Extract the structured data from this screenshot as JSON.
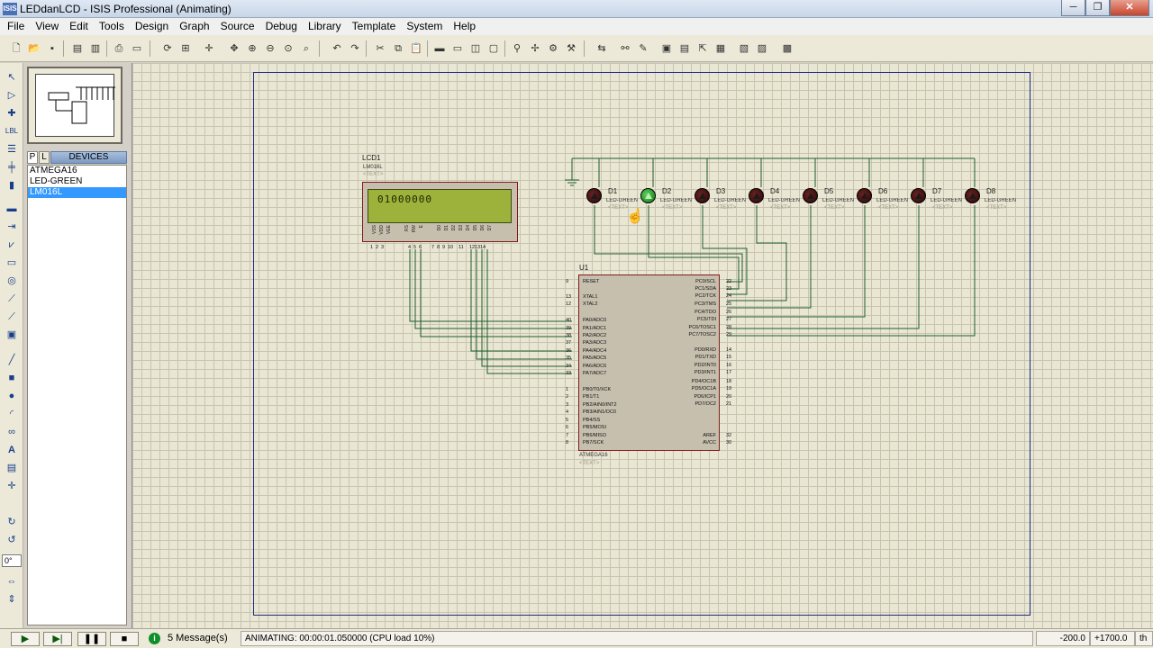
{
  "window": {
    "title": "LEDdanLCD - ISIS Professional (Animating)",
    "app_icon": "ISIS",
    "minimize": "─",
    "restore": "❐",
    "close": "✕"
  },
  "menu": [
    "File",
    "View",
    "Edit",
    "Tools",
    "Design",
    "Graph",
    "Source",
    "Debug",
    "Library",
    "Template",
    "System",
    "Help"
  ],
  "device_panel": {
    "tab_p": "P",
    "tab_l": "L",
    "header": "DEVICES",
    "items": [
      {
        "label": "ATMEGA16"
      },
      {
        "label": "LED-GREEN"
      },
      {
        "label": "LM016L"
      }
    ]
  },
  "rotation_value": "0°",
  "lcd": {
    "ref": "LCD1",
    "part": "LM016L",
    "text_placeholder": "<TEXT>",
    "display": "01000000",
    "pins": [
      "VSS",
      "VDD",
      "VEE",
      "RS",
      "RW",
      "E",
      "D0",
      "D1",
      "D2",
      "D3",
      "D4",
      "D5",
      "D6",
      "D7"
    ],
    "pin_numbers": [
      "1",
      "2",
      "3",
      "4",
      "5",
      "6",
      "7",
      "8",
      "9",
      "10",
      "11",
      "12",
      "13",
      "14"
    ]
  },
  "mcu": {
    "ref": "U1",
    "part": "ATMEGA16",
    "text_placeholder": "<TEXT>",
    "left_pins": [
      {
        "num": "9",
        "name": "RESET"
      },
      {
        "num": "13",
        "name": "XTAL1"
      },
      {
        "num": "12",
        "name": "XTAL2"
      },
      {
        "num": "40",
        "name": "PA0/ADC0"
      },
      {
        "num": "39",
        "name": "PA1/ADC1"
      },
      {
        "num": "38",
        "name": "PA2/ADC2"
      },
      {
        "num": "37",
        "name": "PA3/ADC3"
      },
      {
        "num": "36",
        "name": "PA4/ADC4"
      },
      {
        "num": "35",
        "name": "PA5/ADC5"
      },
      {
        "num": "34",
        "name": "PA6/ADC6"
      },
      {
        "num": "33",
        "name": "PA7/ADC7"
      },
      {
        "num": "1",
        "name": "PB0/T0/XCK"
      },
      {
        "num": "2",
        "name": "PB1/T1"
      },
      {
        "num": "3",
        "name": "PB2/AIN0/INT2"
      },
      {
        "num": "4",
        "name": "PB3/AIN1/OC0"
      },
      {
        "num": "5",
        "name": "PB4/SS"
      },
      {
        "num": "6",
        "name": "PB5/MOSI"
      },
      {
        "num": "7",
        "name": "PB6/MISO"
      },
      {
        "num": "8",
        "name": "PB7/SCK"
      }
    ],
    "right_pins": [
      {
        "num": "22",
        "name": "PC0/SCL"
      },
      {
        "num": "23",
        "name": "PC1/SDA"
      },
      {
        "num": "24",
        "name": "PC2/TCK"
      },
      {
        "num": "25",
        "name": "PC3/TMS"
      },
      {
        "num": "26",
        "name": "PC4/TDO"
      },
      {
        "num": "27",
        "name": "PC5/TDI"
      },
      {
        "num": "28",
        "name": "PC6/TOSC1"
      },
      {
        "num": "29",
        "name": "PC7/TOSC2"
      },
      {
        "num": "14",
        "name": "PD0/RXD"
      },
      {
        "num": "15",
        "name": "PD1/TXD"
      },
      {
        "num": "16",
        "name": "PD2/INT0"
      },
      {
        "num": "17",
        "name": "PD3/INT1"
      },
      {
        "num": "18",
        "name": "PD4/OC1B"
      },
      {
        "num": "19",
        "name": "PD5/OC1A"
      },
      {
        "num": "20",
        "name": "PD6/ICP1"
      },
      {
        "num": "21",
        "name": "PD7/OC2"
      },
      {
        "num": "32",
        "name": "AREF"
      },
      {
        "num": "30",
        "name": "AVCC"
      }
    ]
  },
  "leds": [
    {
      "ref": "D1",
      "part": "LED-GREEN",
      "text": "<TEXT>",
      "on": false
    },
    {
      "ref": "D2",
      "part": "LED-GREEN",
      "text": "<TEXT>",
      "on": true
    },
    {
      "ref": "D3",
      "part": "LED-GREEN",
      "text": "<TEXT>",
      "on": false
    },
    {
      "ref": "D4",
      "part": "LED-GREEN",
      "text": "<TEXT>",
      "on": false
    },
    {
      "ref": "D5",
      "part": "LED-GREEN",
      "text": "<TEXT>",
      "on": false
    },
    {
      "ref": "D6",
      "part": "LED-GREEN",
      "text": "<TEXT>",
      "on": false
    },
    {
      "ref": "D7",
      "part": "LED-GREEN",
      "text": "<TEXT>",
      "on": false
    },
    {
      "ref": "D8",
      "part": "LED-GREEN",
      "text": "<TEXT>",
      "on": false
    }
  ],
  "status": {
    "play": "▶",
    "step": "▶|",
    "pause": "❚❚",
    "stop": "■",
    "messages": "5 Message(s)",
    "animating": "ANIMATING: 00:00:01.050000 (CPU load 10%)",
    "coord_x": "-200.0",
    "coord_y": "+1700.0",
    "units": "th"
  },
  "colors": {
    "wire": "#1f5e2a",
    "sheet_border": "#1e2a8a",
    "component_fill": "#c6bfae",
    "component_border": "#7e1c1c",
    "lcd_screen": "#9cb23a",
    "led_off": "#3a0c0c",
    "led_on": "#2fb12f",
    "selection": "#3399ff"
  }
}
